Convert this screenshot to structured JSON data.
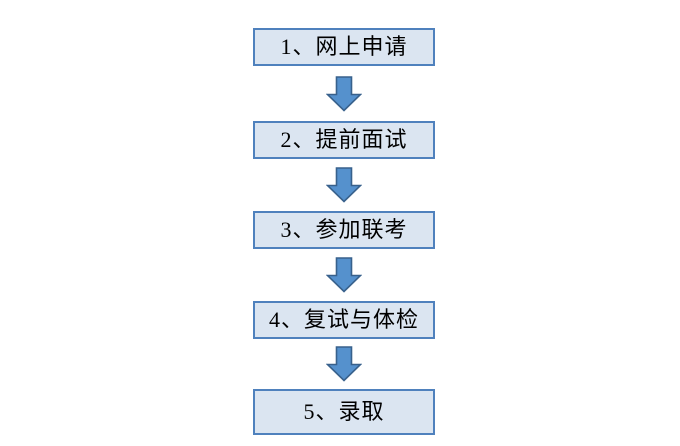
{
  "flowchart": {
    "steps": [
      {
        "label": "1、网上申请"
      },
      {
        "label": "2、提前面试"
      },
      {
        "label": "3、参加联考"
      },
      {
        "label": "4、复试与体检"
      },
      {
        "label": "5、录取"
      }
    ],
    "arrow_icon": "down-arrow",
    "colors": {
      "box_fill": "#dbe5f1",
      "box_border": "#4f81bd",
      "arrow_fill": "#5591cd",
      "arrow_border": "#38618c",
      "text": "#000000",
      "background": "#ffffff"
    }
  }
}
